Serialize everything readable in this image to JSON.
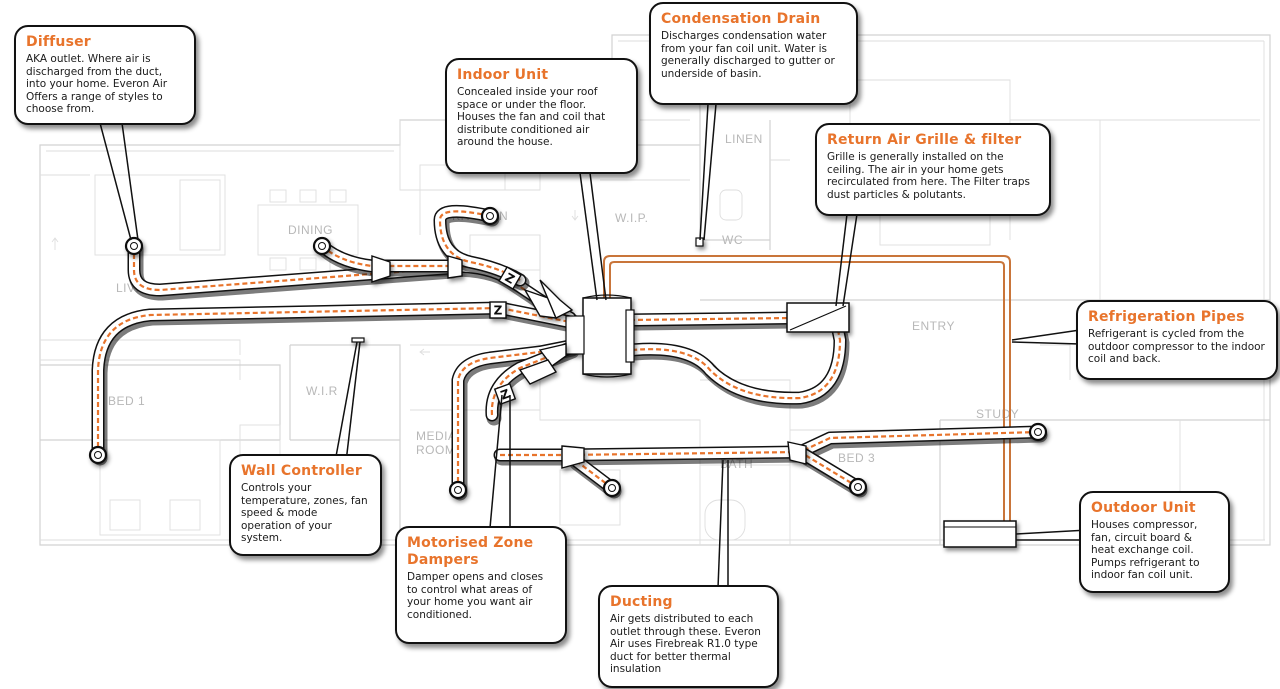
{
  "colors": {
    "accent": "#e8742c",
    "duct": "#ffffff",
    "duct_core": "#e8742c",
    "outline": "#111111",
    "floorplan": "#d0d0d0",
    "pipe": "#c9753a"
  },
  "rooms": {
    "dining": "DINING",
    "kitchen": "KITCHEN",
    "wip": "W.I.P.",
    "wc": "WC",
    "linen": "LINEN",
    "living": "LIVING",
    "entry": "ENTRY",
    "bed1": "BED 1",
    "wir": "W.I.R",
    "media": "MEDIA",
    "media2": "ROOM",
    "study": "STUDY",
    "bath": "BATH",
    "bed3": "BED 3"
  },
  "damper_letter": "Z",
  "callouts": {
    "diffuser": {
      "title": "Diffuser",
      "body": "AKA outlet. Where air is discharged from the duct, into your home. Everon Air Offers a range of styles to choose from."
    },
    "indoor_unit": {
      "title": "Indoor Unit",
      "body": "Concealed inside your roof space or under the floor. Houses the fan and coil that distribute conditioned air around the house."
    },
    "condensation_drain": {
      "title": "Condensation Drain",
      "body": "Discharges condensation water from your fan coil unit. Water is generally discharged to gutter or underside of basin."
    },
    "return_air": {
      "title": "Return Air Grille & filter",
      "body": "Grille is generally installed on the ceiling. The air in your home gets recirculated from here. The Filter traps dust particles & polutants."
    },
    "refrigeration_pipes": {
      "title": "Refrigeration Pipes",
      "body": "Refrigerant is cycled from the outdoor compressor to the indoor coil and back."
    },
    "wall_controller": {
      "title": "Wall Controller",
      "body": "Controls your temperature, zones, fan speed & mode operation of your system."
    },
    "motorised_dampers": {
      "title": "Motorised Zone Dampers",
      "body": "Damper opens and closes to control what areas of your home you want air conditioned."
    },
    "ducting": {
      "title": "Ducting",
      "body": "Air gets distributed to each outlet through these. Everon Air uses Firebreak R1.0 type duct for better thermal insulation"
    },
    "outdoor_unit": {
      "title": "Outdoor Unit",
      "body": "Houses compressor, fan, circuit board & heat exchange coil. Pumps refrigerant to indoor fan coil unit."
    }
  }
}
